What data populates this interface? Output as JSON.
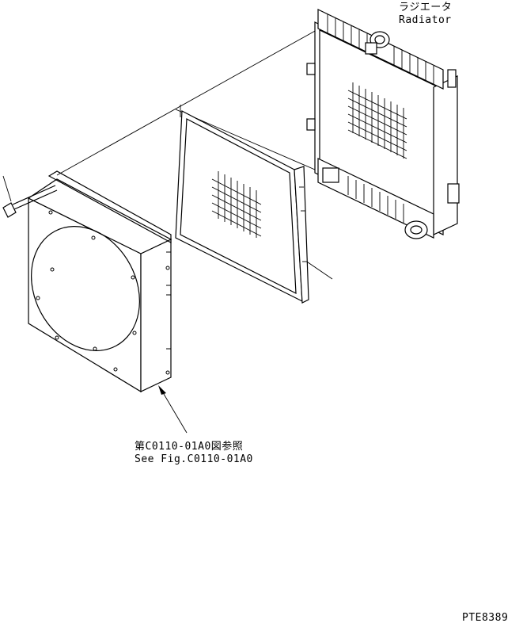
{
  "radiator": {
    "label_jp": "ラジエータ",
    "label_en": "Radiator"
  },
  "reference": {
    "label_jp": "第C0110-01A0図参照",
    "label_en": "See Fig.C0110-01A0"
  },
  "drawing_code": "PTE8389"
}
